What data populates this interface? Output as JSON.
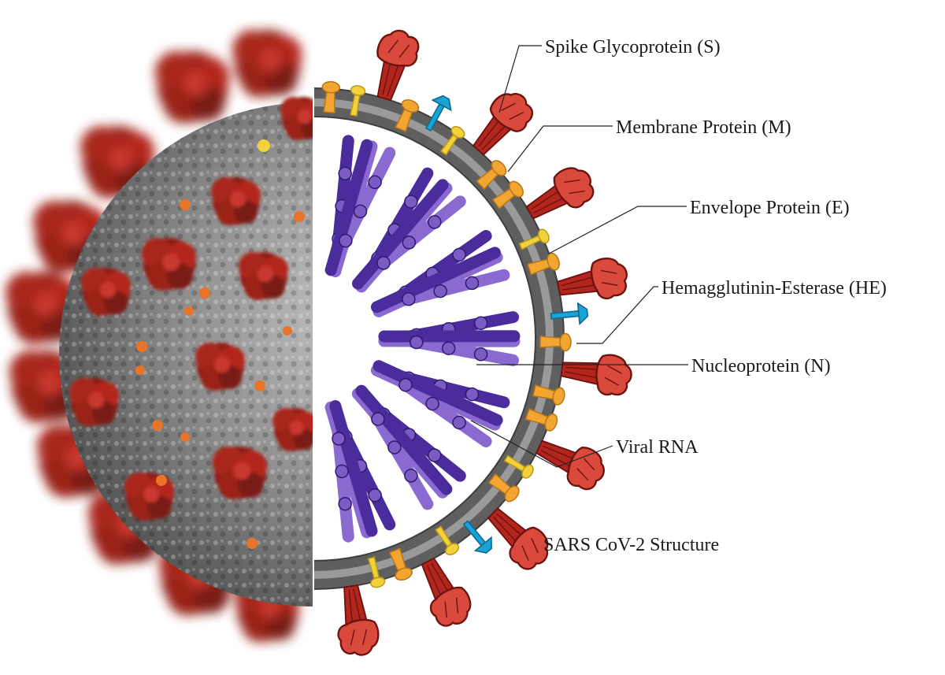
{
  "title": "SARS CoV-2 Structure",
  "labels": {
    "spike": "Spike Glycoprotein (S)",
    "membrane": "Membrane Protein (M)",
    "envelope": "Envelope Protein (E)",
    "he": "Hemagglutinin-Esterase (HE)",
    "nucleo": "Nucleoprotein (N)",
    "rna": "Viral RNA"
  },
  "colors": {
    "spike": "#b3261e",
    "spike_light": "#d94a3c",
    "membrane_protein": "#f2a531",
    "envelope_protein": "#f3d13a",
    "he": "#1ca3d6",
    "lipid_bilayer": "#6e6e6e",
    "rna": "#4a2c9c",
    "rna_light": "#8a6ad0",
    "virion_surface": "#8e8e8e"
  }
}
